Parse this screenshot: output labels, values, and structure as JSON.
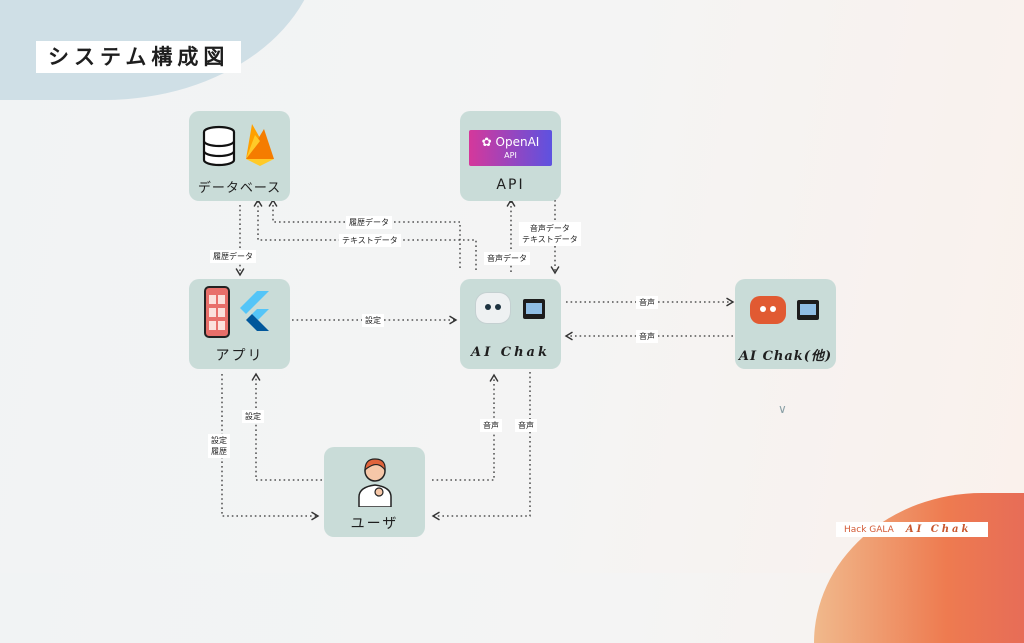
{
  "title": "システム構成図",
  "nodes": {
    "database": {
      "label": "データベース"
    },
    "api": {
      "label": "API",
      "logo_text": "OpenAI",
      "logo_sub": "API"
    },
    "app": {
      "label": "アプリ"
    },
    "aichak": {
      "label": "AI Chak"
    },
    "aichak_other": {
      "label": "AI Chak(他)"
    },
    "user": {
      "label": "ユーザ"
    }
  },
  "edges": {
    "history_to_db": "履歴データ",
    "text_to_db": "テキストデータ",
    "db_to_app_history": "履歴データ",
    "api_in_voice": "音声データ",
    "api_out_voice": "音声データ",
    "api_out_text": "テキストデータ",
    "app_to_chak_settings": "設定",
    "chak_to_other_voice": "音声",
    "other_to_chak_voice": "音声",
    "user_to_app_settings": "設定",
    "app_to_user_settings": "設定",
    "app_to_user_history": "履歴",
    "user_to_chak_voice": "音声",
    "chak_to_user_voice": "音声"
  },
  "footer": {
    "event": "Hack GALA",
    "brand": "AI Chak"
  },
  "colors": {
    "node": "#c9dcd8",
    "accent": "#ee7b50",
    "openai_gradient": [
      "#d5389b",
      "#5d52e0"
    ]
  }
}
